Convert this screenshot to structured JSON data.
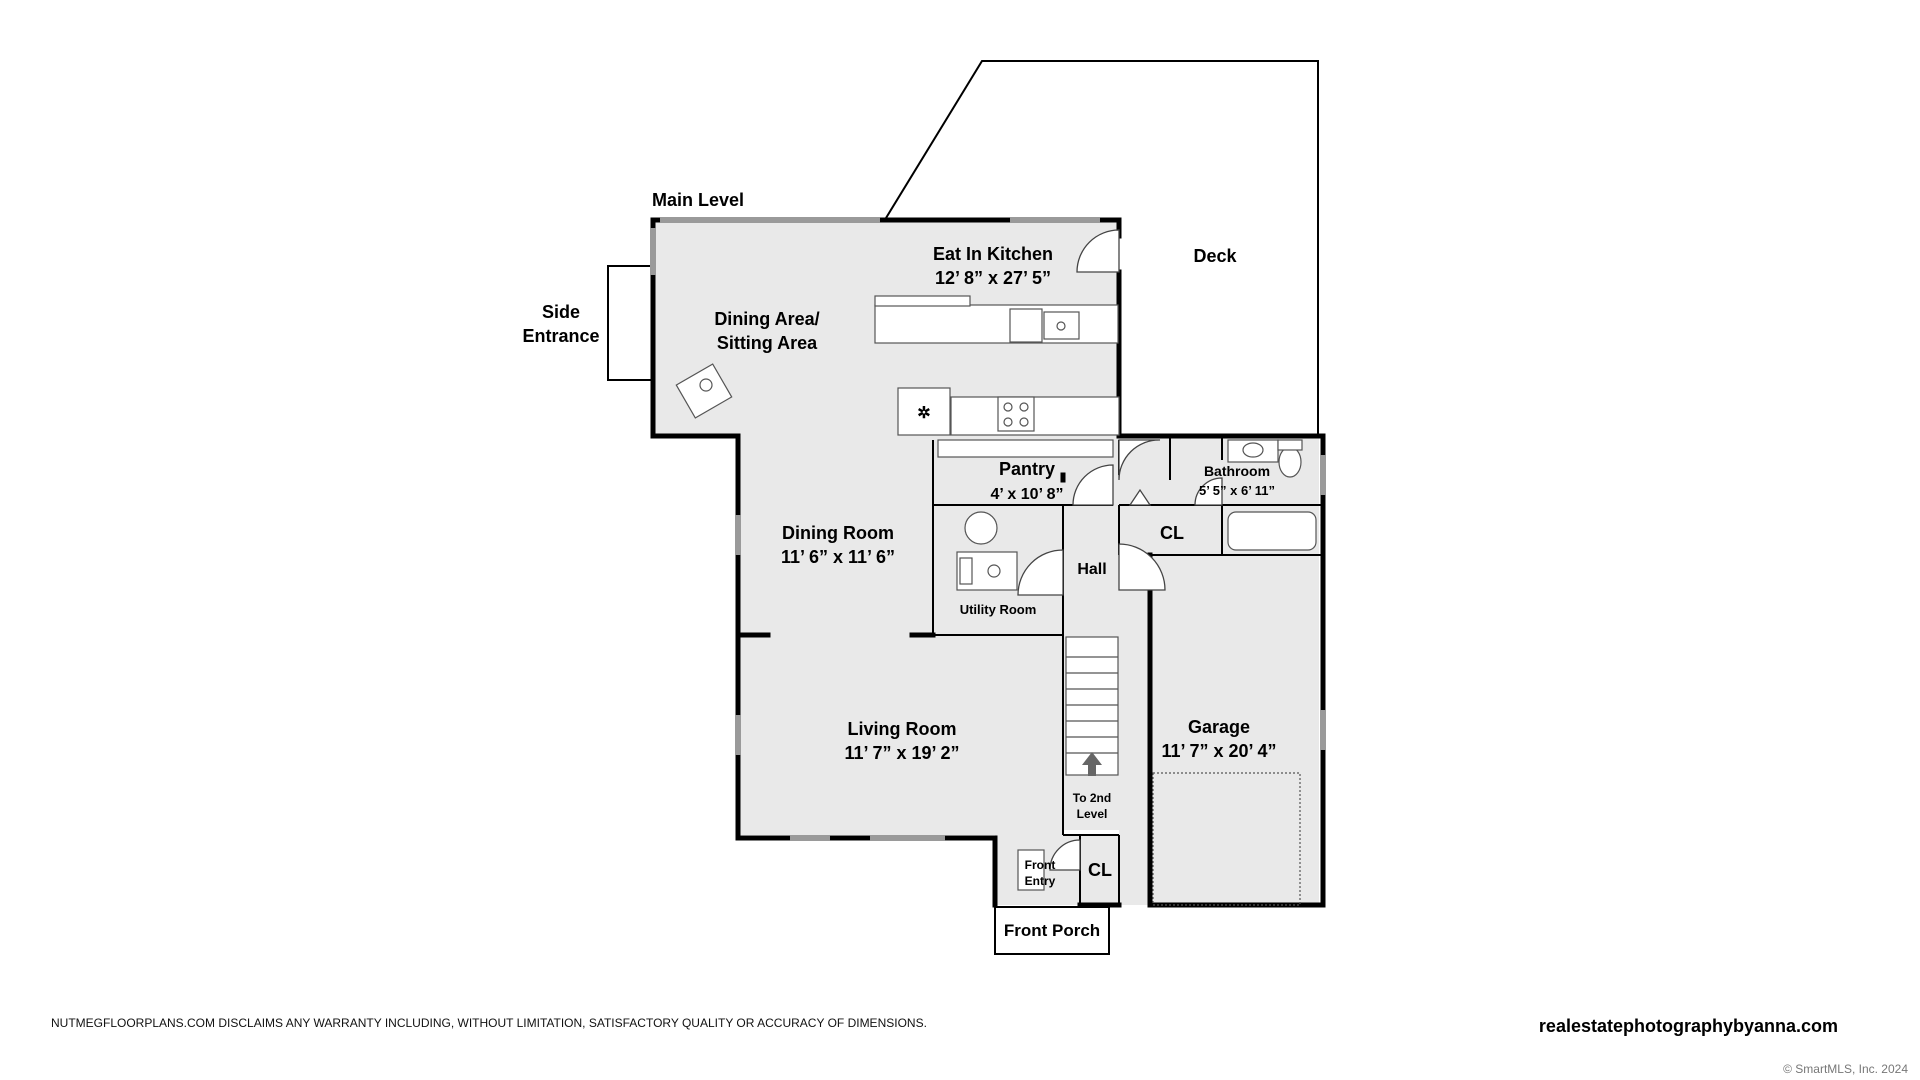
{
  "plan": {
    "level_title": "Main Level",
    "rooms": {
      "eat_in_kitchen": {
        "name": "Eat In Kitchen",
        "dims": "12’ 8” x 27’ 5”"
      },
      "dining_sitting": {
        "name_line1": "Dining Area/",
        "name_line2": "Sitting Area"
      },
      "side_entrance": {
        "line1": "Side",
        "line2": "Entrance"
      },
      "deck": {
        "name": "Deck"
      },
      "pantry": {
        "name": "Pantry",
        "dims": "4’ x 10’ 8”"
      },
      "bathroom": {
        "name": "Bathroom",
        "dims": "5’ 5” x 6’ 11”"
      },
      "closet_upper": {
        "name": "CL"
      },
      "dining_room": {
        "name": "Dining Room",
        "dims": "11’ 6” x 11’ 6”"
      },
      "utility_room": {
        "name": "Utility Room"
      },
      "hall": {
        "name": "Hall"
      },
      "living_room": {
        "name": "Living Room",
        "dims": "11’ 7” x 19’ 2”"
      },
      "stairs": {
        "line1": "To 2nd",
        "line2": "Level"
      },
      "front_entry": {
        "line1": "Front",
        "line2": "Entry"
      },
      "closet_lower": {
        "name": "CL"
      },
      "front_porch": {
        "name": "Front Porch"
      },
      "garage": {
        "name": "Garage",
        "dims": "11’ 7” x 20’ 4”"
      }
    }
  },
  "footer": {
    "disclaimer": "NUTMEGFLOORPLANS.COM DISCLAIMS ANY WARRANTY INCLUDING, WITHOUT LIMITATION, SATISFACTORY QUALITY OR ACCURACY OF DIMENSIONS.",
    "website": "realestatephotographybyanna.com",
    "copyright": "© SmartMLS, Inc.  2024"
  },
  "colors": {
    "floor": "#e9e9e9",
    "wall": "#000000",
    "window": "#9a9a9a"
  }
}
